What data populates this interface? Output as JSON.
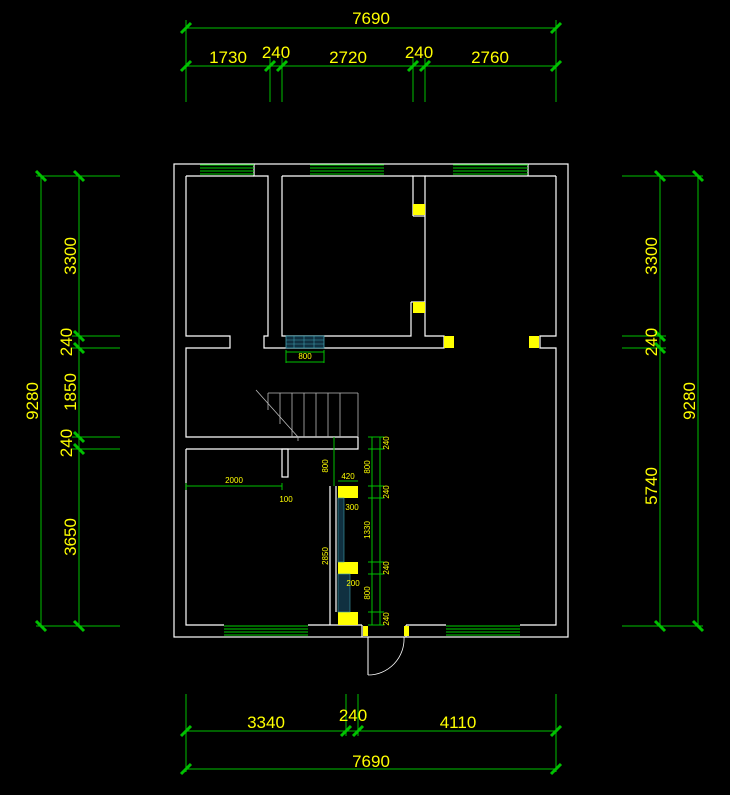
{
  "top_dims": {
    "overall": "7690",
    "segments": [
      "1730",
      "240",
      "2720",
      "240",
      "2760"
    ]
  },
  "bottom_dims": {
    "overall": "7690",
    "segments": [
      "3340",
      "240",
      "4110"
    ]
  },
  "left_dims": {
    "overall": "9280",
    "segments": [
      "3300",
      "240",
      "1850",
      "240",
      "3650"
    ]
  },
  "right_dims": {
    "overall": "9280",
    "segments": [
      "3300",
      "240",
      "5740"
    ]
  },
  "inner_labels": {
    "opening_800": "800",
    "wall_2000": "2000",
    "wall_100": "100",
    "w420": "420",
    "w300": "300",
    "w1330": "1330",
    "w200": "200",
    "w2850": "2850",
    "v240a": "240",
    "v800a": "800",
    "v800b": "800",
    "v240b": "240",
    "v240c": "240",
    "v800c": "800",
    "v240d": "240"
  }
}
